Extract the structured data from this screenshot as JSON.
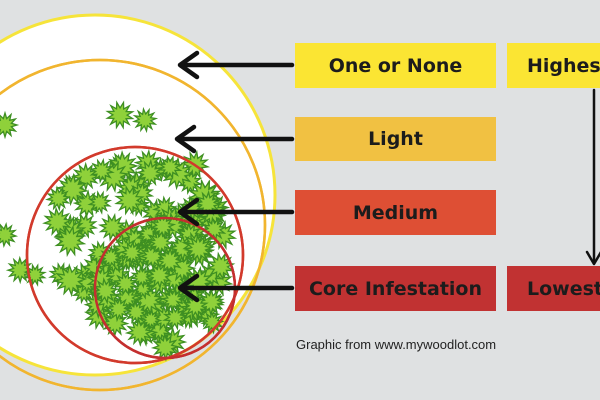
{
  "levels": [
    {
      "label": "One or None",
      "color": "#fbe533"
    },
    {
      "label": "Light",
      "color": "#f1c142"
    },
    {
      "label": "Medium",
      "color": "#de4f34"
    },
    {
      "label": "Core Infestation",
      "color": "#c13232"
    }
  ],
  "scale": {
    "high_label": "Highest",
    "low_label": "Lowest",
    "high_color": "#fbe533",
    "low_color": "#c13232"
  },
  "credit": "Graphic from www.mywoodlot.com",
  "colors": {
    "background": "#dfe1e2",
    "outer_circle": "#ffffff",
    "outer_ring": "#f6e43a",
    "light_ring": "#f1b52f",
    "medium_ring": "#d23a2c",
    "core_ring": "#c42f2f",
    "arrow": "#111111",
    "star_fill": "#8fd13a",
    "star_stroke": "#3e8f22"
  },
  "icons": [
    "arrow-left-icon",
    "arrow-down-icon",
    "infestation-star-icon"
  ]
}
